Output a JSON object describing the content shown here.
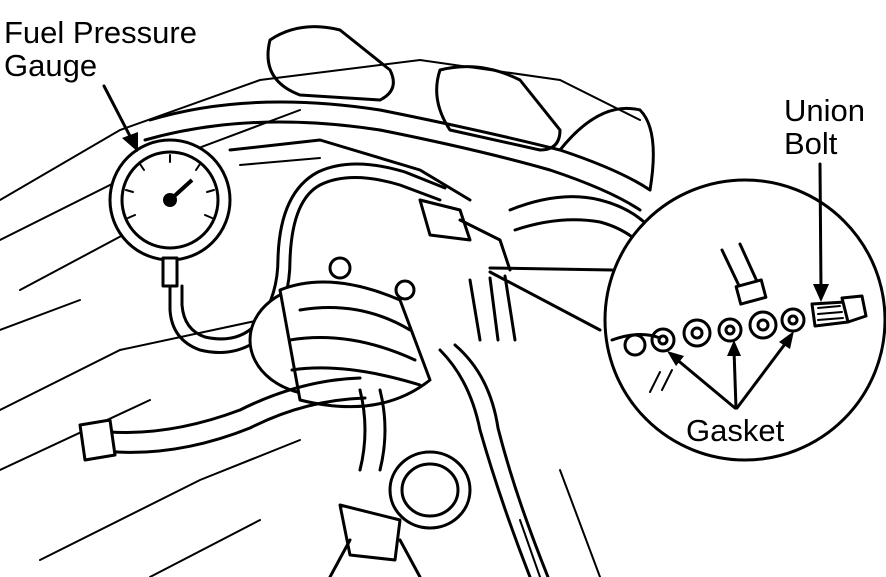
{
  "labels": {
    "gauge_line1": "Fuel Pressure",
    "gauge_line2": "Gauge",
    "union_line1": "Union",
    "union_line2": "Bolt",
    "gasket": "Gasket"
  }
}
